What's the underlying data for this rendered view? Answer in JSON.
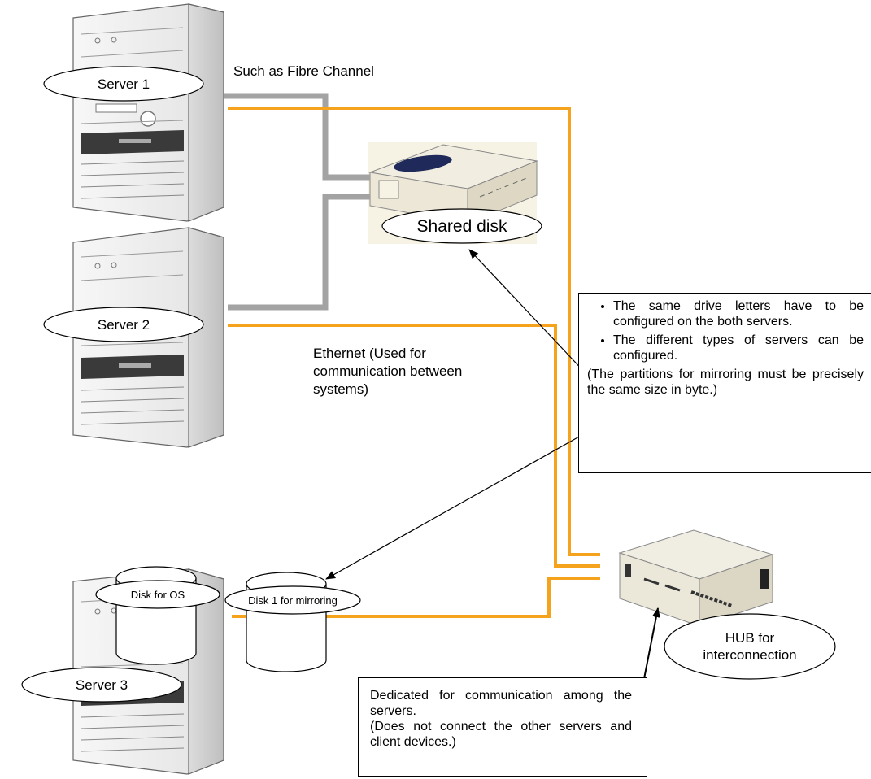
{
  "labels": {
    "server1": "Server 1",
    "server2": "Server 2",
    "server3": "Server 3",
    "shared_disk": "Shared disk",
    "fibre_channel": "Such as Fibre Channel",
    "ethernet_line1": "Ethernet (Used for",
    "ethernet_line2": "communication between",
    "ethernet_line3": "systems)",
    "disk_os": "Disk for OS",
    "disk_mirror": "Disk 1 for mirroring",
    "hub_line1": "HUB for",
    "hub_line2": "interconnection"
  },
  "notes": {
    "requirements": {
      "bullets": [
        "The same drive letters have to be configured on the both servers.",
        "The different types of servers can be configured."
      ],
      "tail": "(The partitions for mirroring must be precisely the same size in byte.)"
    },
    "hub": {
      "line1": "Dedicated for communication among the servers.",
      "line2": "(Does not connect the other servers and client devices.)"
    }
  },
  "colors": {
    "ethernet_cable": "#f5a21d",
    "fibre_cable": "#a3a3a3",
    "server_body": "#f3f3f3",
    "disk_body": "#f4f1e6"
  }
}
